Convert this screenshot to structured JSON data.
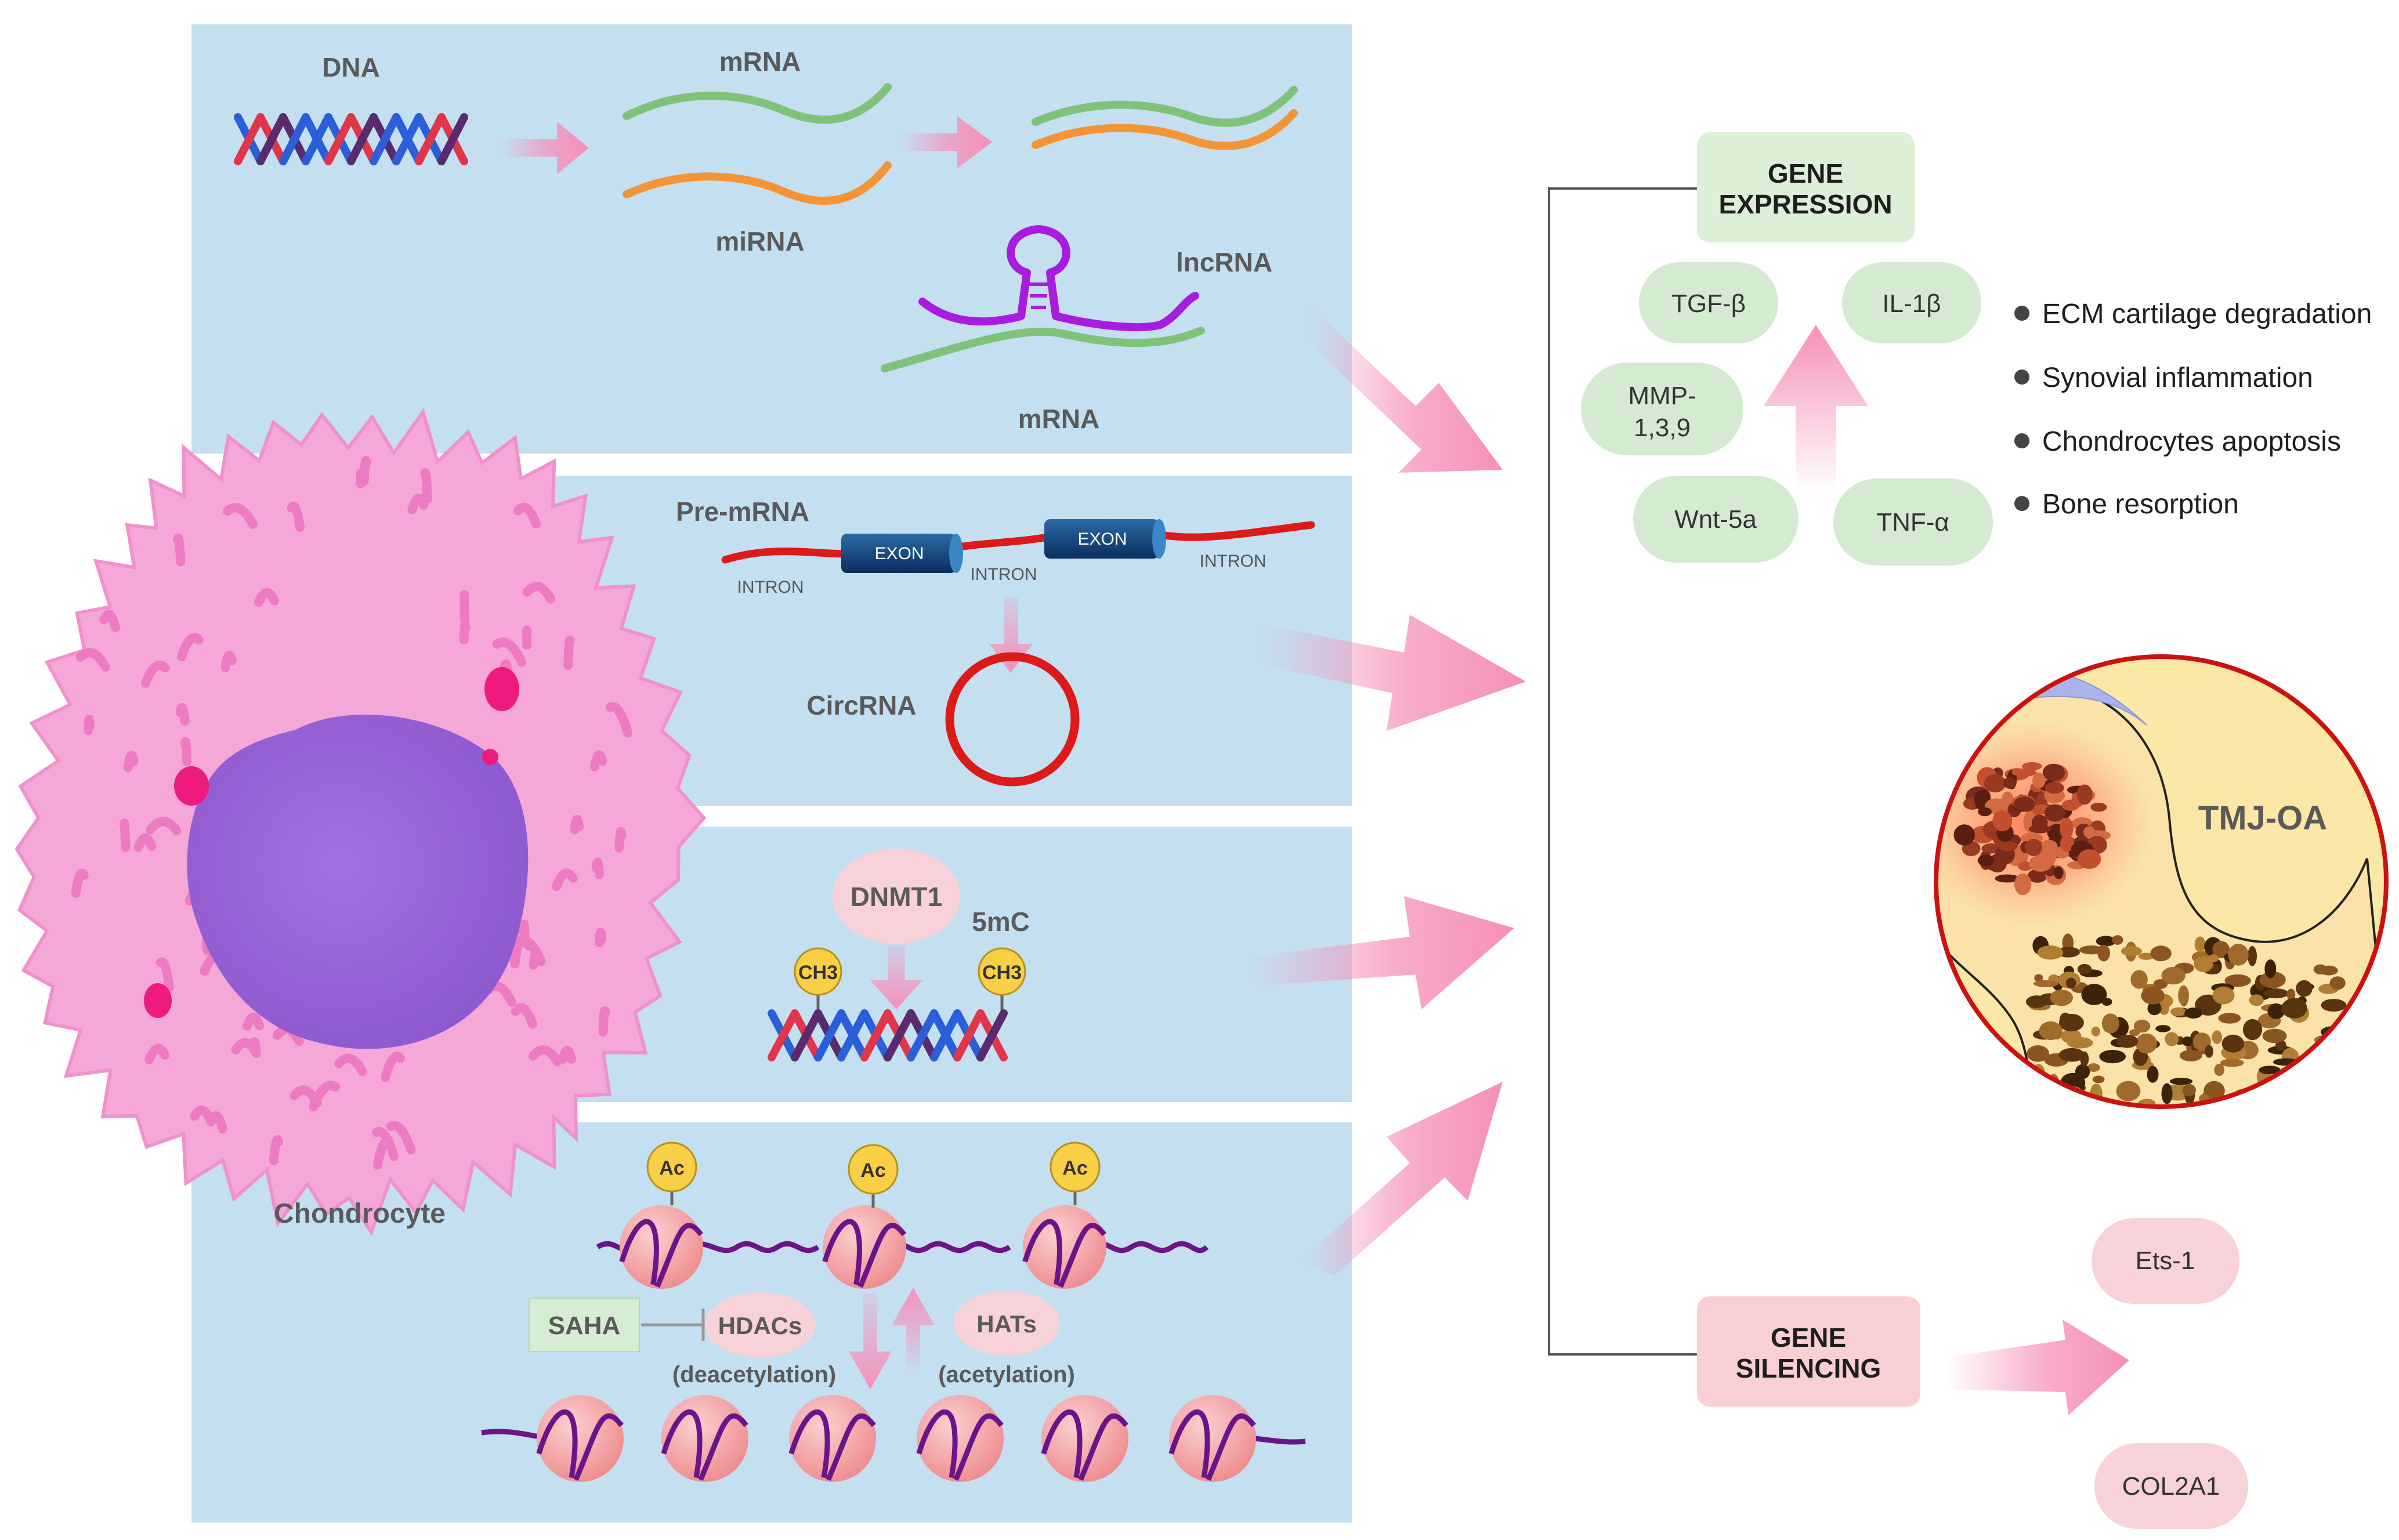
{
  "colors": {
    "panel": "#c4e0f0",
    "cell": "#f5a8d8",
    "nucleus": "#9966d6",
    "gene_expression_box": "#dcefd7",
    "gene_silencing_box": "#f8cfd3",
    "tmj_ring": "#cc1111",
    "arrow_pink": "#f590b9"
  },
  "panel1": {
    "dna_label": "DNA",
    "mrna_label": "mRNA",
    "mirna_label": "miRNA",
    "lncrna_label": "lncRNA",
    "mrna_label_2": "mRNA"
  },
  "panel2": {
    "premrna_label": "Pre-mRNA",
    "exon_1": "EXON",
    "exon_2": "EXON",
    "intron_1": "INTRON",
    "intron_2": "INTRON",
    "intron_3": "INTRON",
    "circrna_label": "CircRNA"
  },
  "panel3": {
    "dnmt1_label": "DNMT1",
    "fivemc_label": "5mC",
    "ch3_1": "CH3",
    "ch3_2": "CH3"
  },
  "panel4": {
    "ac_1": "Ac",
    "ac_2": "Ac",
    "ac_3": "Ac",
    "saha_label": "SAHA",
    "hdacs_label": "HDACs",
    "hats_label": "HATs",
    "deacetylation_label": "(deacetylation)",
    "acetylation_label": "(acetylation)"
  },
  "cell": {
    "label": "Chondrocyte"
  },
  "gene_expression": {
    "title_line1": "GENE",
    "title_line2": "EXPRESSION",
    "pills": {
      "tgf": "TGF-β",
      "il1": "IL-1β",
      "mmp_line1": "MMP-",
      "mmp_line2": "1,3,9",
      "wnt": "Wnt-5a",
      "tnf": "TNF-α"
    }
  },
  "effects": [
    "ECM cartilage degradation",
    "Synovial inflammation",
    "Chondrocytes apoptosis",
    "Bone resorption"
  ],
  "tmj": {
    "label": "TMJ-OA"
  },
  "gene_silencing": {
    "title_line1": "GENE",
    "title_line2": "SILENCING",
    "pills": {
      "ets1": "Ets-1",
      "col2a1": "COL2A1"
    }
  }
}
